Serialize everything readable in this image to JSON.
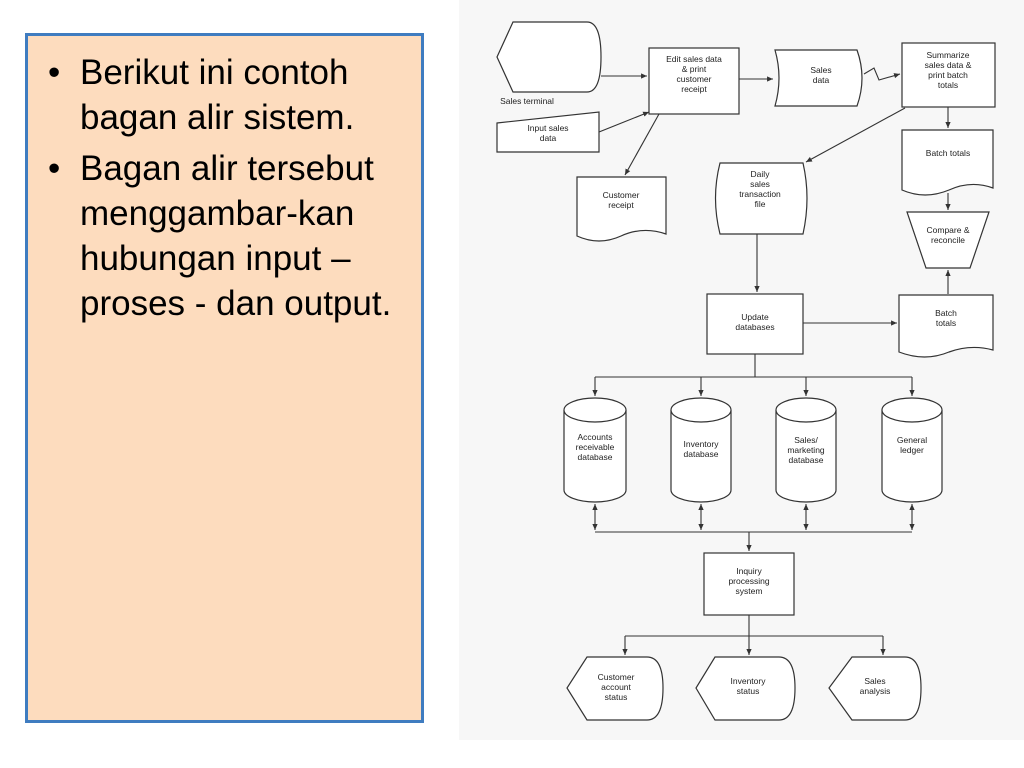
{
  "bullets": [
    {
      "text": "Berikut ini contoh bagan alir sistem."
    },
    {
      "text": "Bagan alir tersebut menggambar-kan hubungan input – proses - dan output."
    }
  ],
  "flowchart": {
    "nodes": {
      "sales_terminal_label": [
        "Sales terminal"
      ],
      "input_sales_data": [
        "Input sales",
        "data"
      ],
      "edit_sales_data": [
        "Edit sales data",
        "& print",
        "customer",
        "receipt"
      ],
      "sales_data_file": [
        "Sales",
        "data"
      ],
      "summarize": [
        "Summarize",
        "sales data &",
        "print batch",
        "totals"
      ],
      "customer_receipt": [
        "Customer",
        "receipt"
      ],
      "daily_sales_file": [
        "Daily",
        "sales",
        "transaction",
        "file"
      ],
      "batch_totals_doc": [
        "Batch totals"
      ],
      "compare_reconcile": [
        "Compare &",
        "reconcile"
      ],
      "update_databases": [
        "Update",
        "databases"
      ],
      "batch_totals_2": [
        "Batch",
        "totals"
      ],
      "accounts_receivable": [
        "Accounts",
        "receivable",
        "database"
      ],
      "inventory_database": [
        "Inventory",
        "database"
      ],
      "sales_marketing": [
        "Sales/",
        "marketing",
        "database"
      ],
      "general_ledger": [
        "General",
        "ledger"
      ],
      "inquiry_processing": [
        "Inquiry",
        "processing",
        "system"
      ],
      "customer_account_status": [
        "Customer",
        "account",
        "status"
      ],
      "inventory_status": [
        "Inventory",
        "status"
      ],
      "sales_analysis": [
        "Sales",
        "analysis"
      ]
    }
  }
}
